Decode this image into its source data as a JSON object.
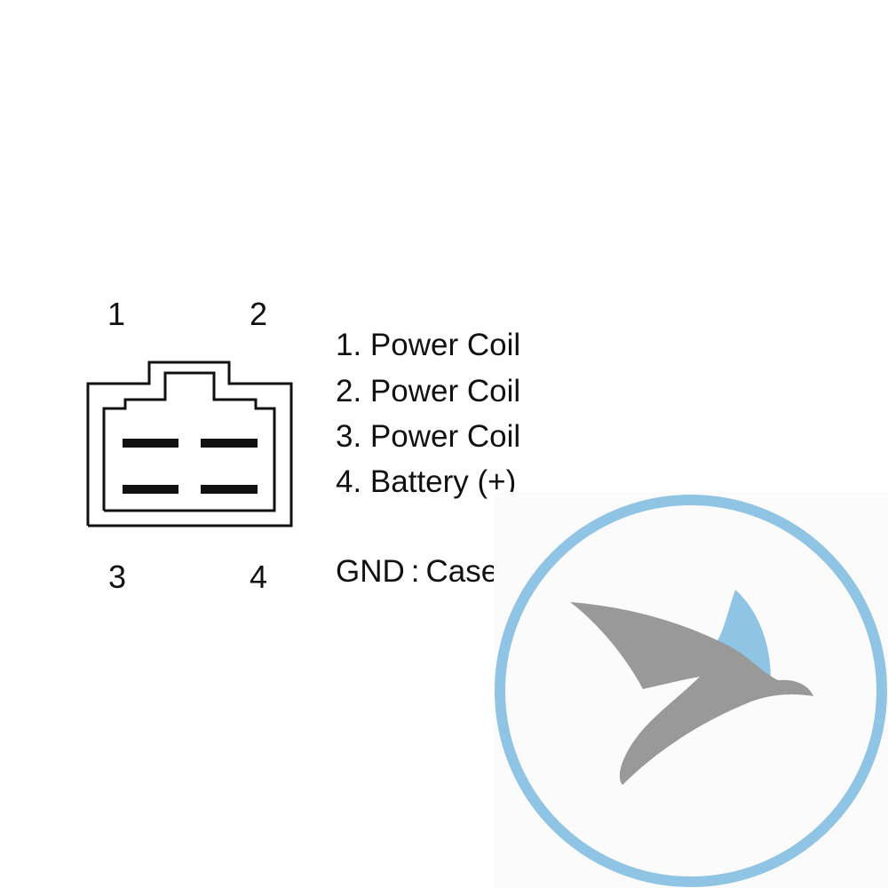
{
  "pins": {
    "top_left": "1",
    "top_right": "2",
    "bottom_left": "3",
    "bottom_right": "4"
  },
  "legend": {
    "line1": "1. Power Coil",
    "line2": "2. Power Coil",
    "line3": "3. Power Coil",
    "line4": "4. Battery (+)",
    "ground": "GND : Case"
  },
  "colors": {
    "ink": "#111111",
    "logo_ring": "#8fc4e4",
    "logo_bird_gray": "#999999",
    "logo_bird_blue": "#8fc4e4"
  },
  "icons": {
    "connector": "4-pin-connector-outline-icon",
    "logo": "bird-in-circle-logo-icon"
  }
}
